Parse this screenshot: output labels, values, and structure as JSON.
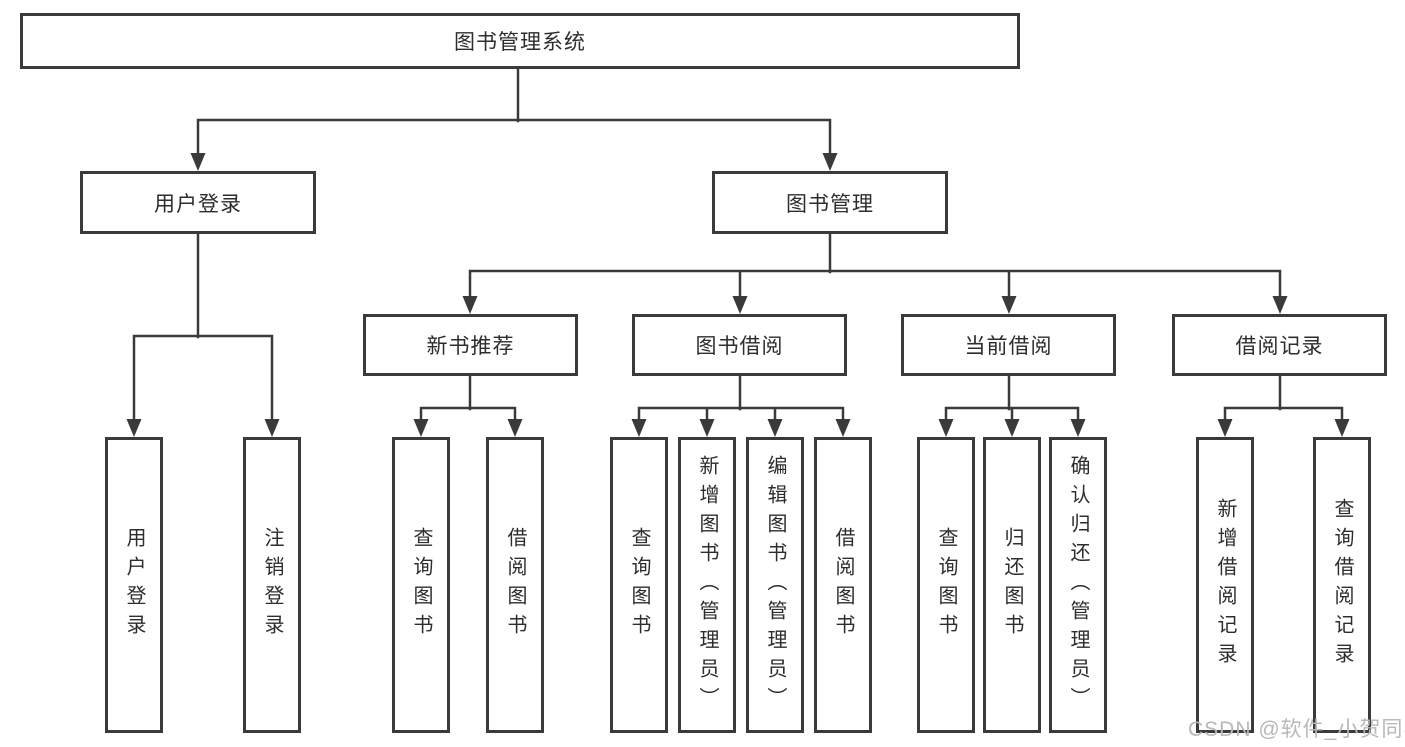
{
  "colors": {
    "line": "#3a3a3a",
    "box_background": "#ffffff",
    "text": "#2d2d2d",
    "watermark": "#b8b8b8"
  },
  "watermark": "CSDN @软件_小贺同学",
  "tree": {
    "label": "图书管理系统",
    "children": [
      {
        "label": "用户登录",
        "children": [
          {
            "label": "用户登录"
          },
          {
            "label": "注销登录"
          }
        ]
      },
      {
        "label": "图书管理",
        "children": [
          {
            "label": "新书推荐",
            "children": [
              {
                "label": "查询图书"
              },
              {
                "label": "借阅图书"
              }
            ]
          },
          {
            "label": "图书借阅",
            "children": [
              {
                "label": "查询图书"
              },
              {
                "label": "新增图书（管理员）"
              },
              {
                "label": "编辑图书（管理员）"
              },
              {
                "label": "借阅图书"
              }
            ]
          },
          {
            "label": "当前借阅",
            "children": [
              {
                "label": "查询图书"
              },
              {
                "label": "归还图书"
              },
              {
                "label": "确认归还（管理员）"
              }
            ]
          },
          {
            "label": "借阅记录",
            "children": [
              {
                "label": "新增借阅记录"
              },
              {
                "label": "查询借阅记录"
              }
            ]
          }
        ]
      }
    ]
  }
}
